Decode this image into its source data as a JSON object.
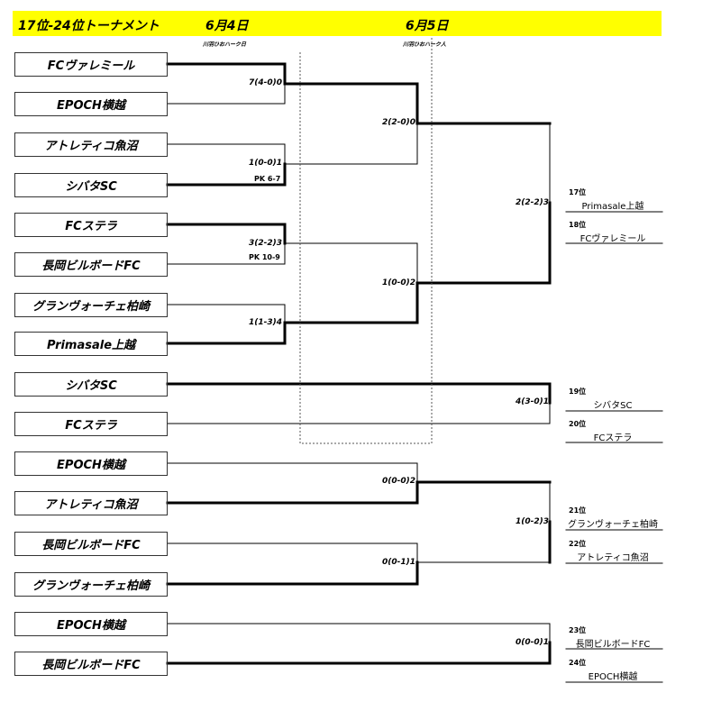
{
  "header": {
    "title": "17位-24位トーナメント",
    "day1": "6月4日",
    "day2": "6月5日",
    "venue1": "川羽ひおハーク日",
    "venue2": "川羽ひおハーク人"
  },
  "teams": [
    "FCヴァレミール",
    "EPOCH横越",
    "アトレティコ魚沼",
    "シバタSC",
    "FCステラ",
    "長岡ビルボードFC",
    "グランヴォーチェ柏崎",
    "Primasale上越",
    "シバタSC",
    "FCステラ",
    "EPOCH横越",
    "アトレティコ魚沼",
    "長岡ビルボードFC",
    "グランヴォーチェ柏崎",
    "EPOCH横越",
    "長岡ビルボードFC"
  ],
  "scores": {
    "r1_1": "7(4-0)0",
    "r1_2": "1(0-0)1",
    "r1_2_pk": "PK 6-7",
    "r1_3": "3(2-2)3",
    "r1_3_pk": "PK 10-9",
    "r1_4": "1(1-3)4",
    "r2_1": "2(2-0)0",
    "r2_2": "1(0-0)2",
    "final_17": "2(2-2)3",
    "m19": "4(3-0)1",
    "r2_5": "0(0-0)2",
    "r2_6": "0(0-1)1",
    "m21": "1(0-2)3",
    "m23": "0(0-0)1"
  },
  "ranks": [
    {
      "rank": "17位",
      "team": "Primasale上越"
    },
    {
      "rank": "18位",
      "team": "FCヴァレミール"
    },
    {
      "rank": "19位",
      "team": "シバタSC"
    },
    {
      "rank": "20位",
      "team": "FCステラ"
    },
    {
      "rank": "21位",
      "team": "グランヴォーチェ柏崎"
    },
    {
      "rank": "22位",
      "team": "アトレティコ魚沼"
    },
    {
      "rank": "23位",
      "team": "長岡ビルボードFC"
    },
    {
      "rank": "24位",
      "team": "EPOCH横越"
    }
  ]
}
